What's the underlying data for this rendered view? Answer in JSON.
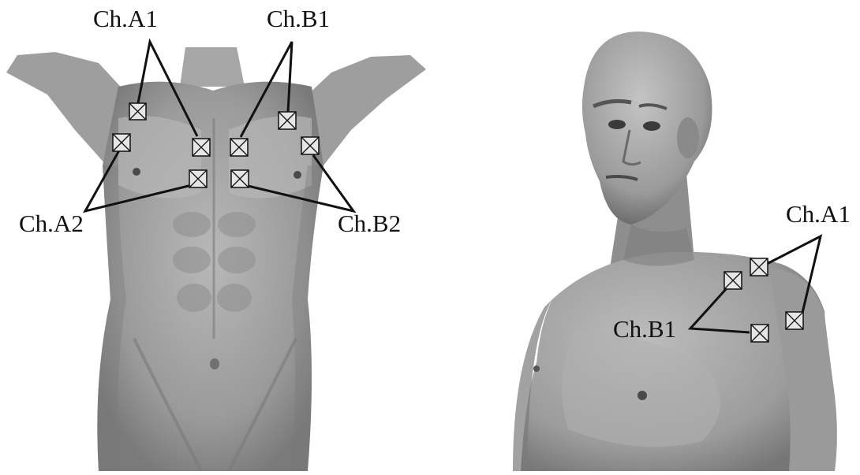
{
  "figure": {
    "left_panel": {
      "labels": {
        "a1": "Ch.A1",
        "b1": "Ch.B1",
        "a2": "Ch.A2",
        "b2": "Ch.B2"
      }
    },
    "right_panel": {
      "labels": {
        "a1": "Ch.A1",
        "b1": "Ch.B1"
      }
    }
  },
  "colors": {
    "background": "#ffffff",
    "skin_light": "#b4b4b4",
    "skin_dark": "#6e6e6e",
    "electrode_fill": "#e6e6e6",
    "line": "#111111"
  }
}
